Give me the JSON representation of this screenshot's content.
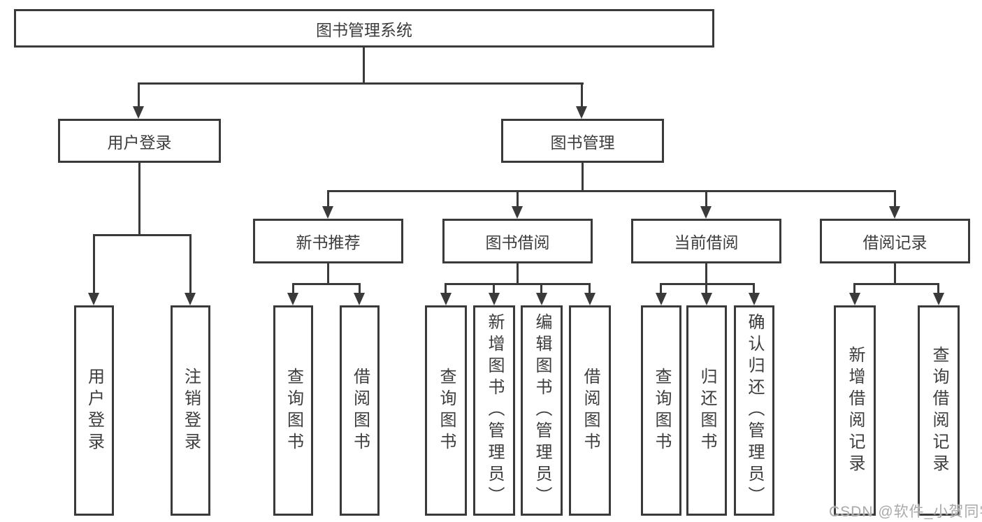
{
  "tree": {
    "label": "图书管理系统",
    "children": [
      {
        "label": "用户登录",
        "children": [
          {
            "label": "用户登录"
          },
          {
            "label": "注销登录"
          }
        ]
      },
      {
        "label": "图书管理",
        "children": [
          {
            "label": "新书推荐",
            "children": [
              {
                "label": "查询图书"
              },
              {
                "label": "借阅图书"
              }
            ]
          },
          {
            "label": "图书借阅",
            "children": [
              {
                "label": "查询图书"
              },
              {
                "label": "新增图书（管理员）"
              },
              {
                "label": "编辑图书（管理员）"
              },
              {
                "label": "借阅图书"
              }
            ]
          },
          {
            "label": "当前借阅",
            "children": [
              {
                "label": "查询图书"
              },
              {
                "label": "归还图书"
              },
              {
                "label": "确认归还（管理员）"
              }
            ]
          },
          {
            "label": "借阅记录",
            "children": [
              {
                "label": "新增借阅记录"
              },
              {
                "label": "查询借阅记录"
              }
            ]
          }
        ]
      }
    ]
  },
  "watermark": {
    "text": "CSDN @软件_小贺同学"
  },
  "colors": {
    "line": "#3a3a3a",
    "text": "#3d3d3d",
    "watermark": "#a9a9a9",
    "background": "#ffffff"
  }
}
